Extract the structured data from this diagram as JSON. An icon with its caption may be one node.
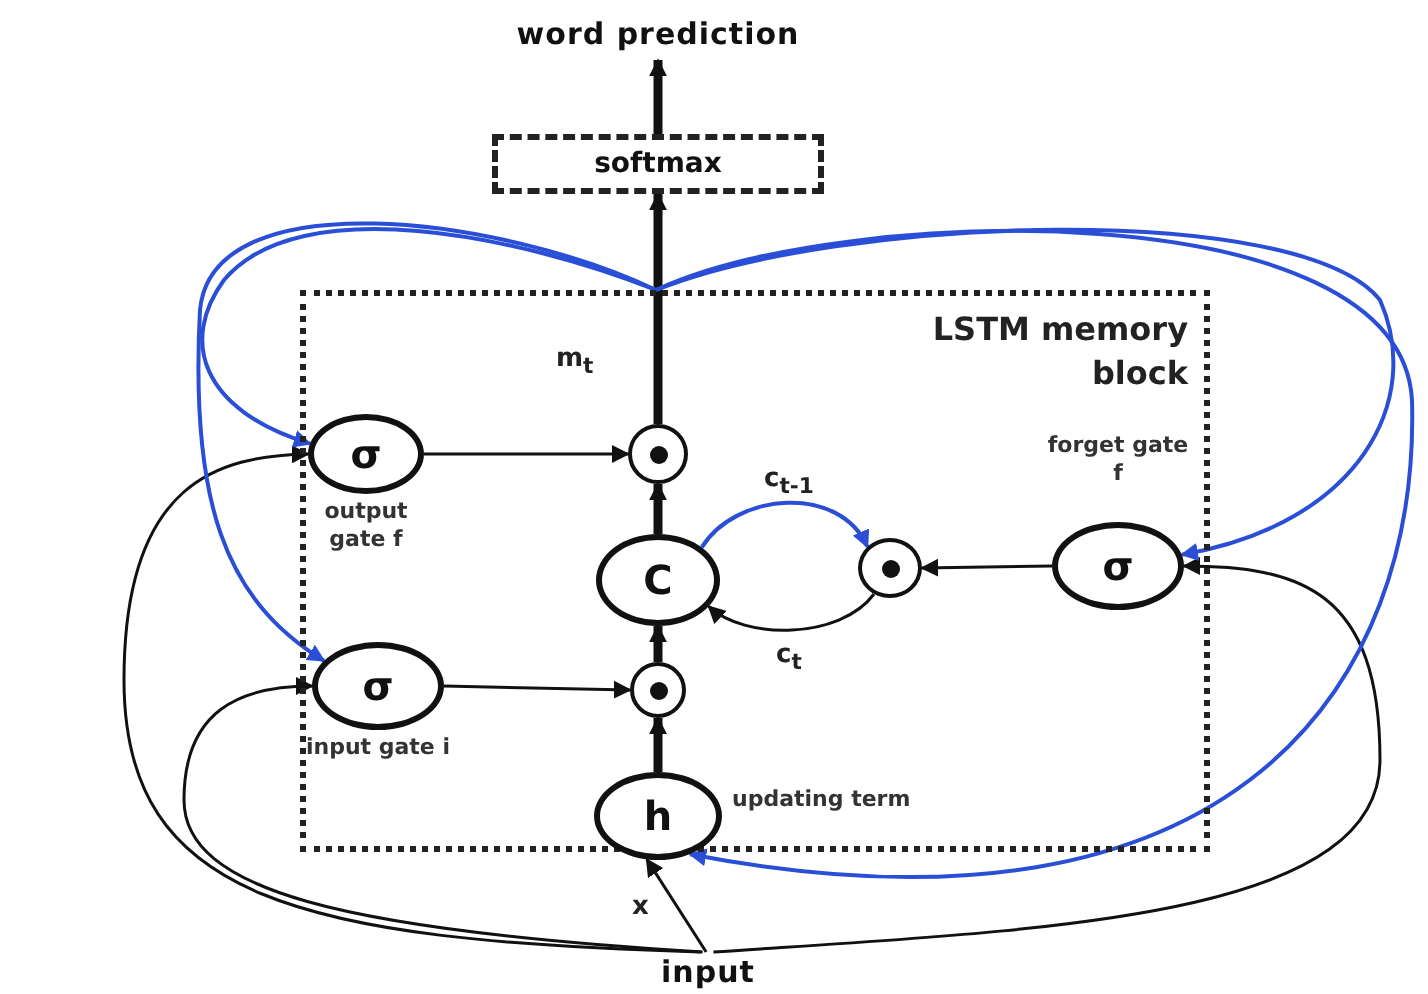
{
  "diagram": {
    "nodes": [
      {
        "text": [
          "word prediction"
        ]
      },
      {
        "text": [
          "softmax"
        ]
      },
      {
        "text": [
          "LSTM memory block"
        ]
      },
      {
        "text": [
          "σ"
        ],
        "beside": [
          "output gate f"
        ],
        "in": 2
      },
      {
        "text": [],
        "shape": "circle",
        "in": 2
      },
      {
        "text": [
          "C"
        ],
        "in": 2
      },
      {
        "text": [],
        "shape": "circle",
        "in": 2
      },
      {
        "text": [
          "σ"
        ],
        "beside": [
          "forget gate f"
        ],
        "in": 2
      },
      {
        "text": [
          "σ"
        ],
        "beside": [
          "input gate i"
        ],
        "in": 2
      },
      {
        "text": [],
        "shape": "circle",
        "in": 2
      },
      {
        "text": [
          "h"
        ],
        "beside": [
          "updating term"
        ],
        "in": 2
      },
      {
        "text": [
          "input"
        ]
      }
    ],
    "edges": [
      {
        "from": 1,
        "to": 0,
        "arrow": "to",
        "style": "thick"
      },
      {
        "from": 4,
        "to": 1,
        "arrow": "to",
        "label": "m$_{t}$",
        "style": "thick"
      },
      {
        "from": 3,
        "to": 4,
        "arrow": "to"
      },
      {
        "from": 5,
        "to": 4,
        "arrow": "to",
        "style": "thick"
      },
      {
        "from": 9,
        "to": 5,
        "arrow": "to",
        "style": "thick"
      },
      {
        "from": 10,
        "to": 9,
        "arrow": "to",
        "style": "thick"
      },
      {
        "from": 8,
        "to": 9,
        "arrow": "to"
      },
      {
        "from": 7,
        "to": 6,
        "arrow": "to"
      },
      {
        "from": 5,
        "to": 6,
        "arrow": "to",
        "label": "c$_{t-1}$",
        "color": "#2a4fd6"
      },
      {
        "from": 6,
        "to": 5,
        "arrow": "to",
        "label": "c$_{t}$"
      },
      {
        "from": 11,
        "to": 10,
        "arrow": "to",
        "label": "x"
      },
      {
        "from": 11,
        "to": 3,
        "arrow": "to"
      },
      {
        "from": 11,
        "to": 8,
        "arrow": "to"
      },
      {
        "from": 11,
        "to": 7,
        "arrow": "to"
      },
      {
        "from": null,
        "to": 3,
        "arrow": "to",
        "color": "#2a4fd6"
      },
      {
        "from": null,
        "to": 8,
        "arrow": "to",
        "color": "#2a4fd6"
      },
      {
        "from": null,
        "to": 7,
        "arrow": "to",
        "color": "#2a4fd6"
      },
      {
        "from": null,
        "to": 10,
        "arrow": "to",
        "color": "#2a4fd6"
      }
    ]
  }
}
